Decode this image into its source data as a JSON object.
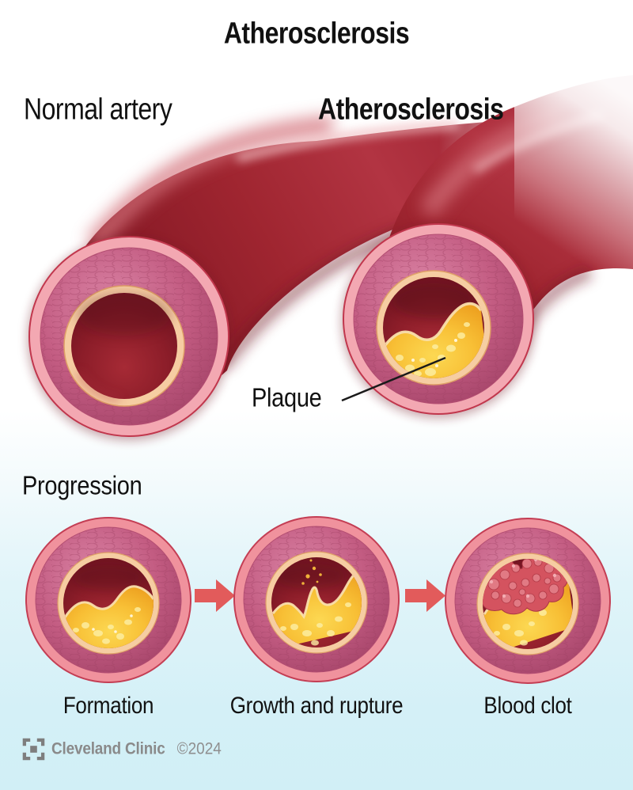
{
  "title": "Atherosclerosis",
  "panels": {
    "normal": {
      "label": "Normal artery"
    },
    "diseased": {
      "label": "Atherosclerosis",
      "callout": "Plaque"
    }
  },
  "progression": {
    "heading": "Progression",
    "stages": [
      {
        "label": "Formation"
      },
      {
        "label": "Growth and rupture"
      },
      {
        "label": "Blood clot"
      }
    ]
  },
  "footer": {
    "brand": "Cleveland Clinic",
    "copyright": "©2024"
  },
  "icons": [
    "arrow-right-icon",
    "arrow-right-icon",
    "cleveland-clinic-logo"
  ],
  "colors": {
    "background_top": "#ffffff",
    "background_bottom": "#d1eff6",
    "artery_red": "#a52737",
    "artery_shadow": "#701320",
    "outer_ring_pink": "#f3a8b2",
    "wall_mauve": "#c35c82",
    "lining_peach": "#f6cda2",
    "lumen_dark_red": "#7a1620",
    "plaque_yellow": "#f7be33",
    "plaque_highlight": "#fdefa6",
    "clot_red": "#d4535f",
    "arrow_red": "#e25b5b",
    "text": "#111111",
    "brand_gray": "#8a8a8a"
  }
}
